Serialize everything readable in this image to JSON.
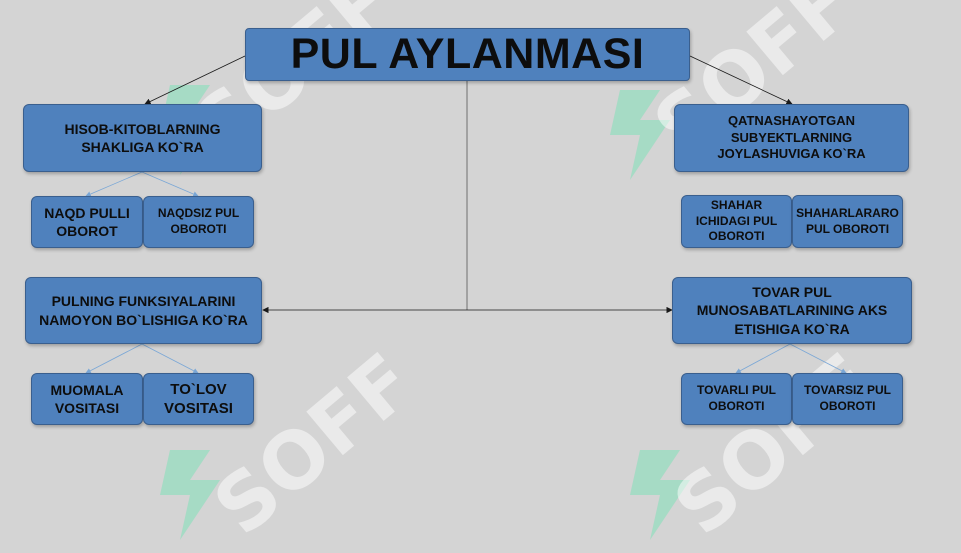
{
  "diagram": {
    "title": "PUL AYLANMASI",
    "categories": [
      {
        "label": "HISOB-KITOBLARNING SHAKLIGA KO`RA",
        "children": [
          "NAQD PULLI OBOROT",
          "NAQDSIZ PUL OBOROTI"
        ]
      },
      {
        "label": "PULNING FUNKSIYALARINI NAMOYON BO`LISHIGA KO`RA",
        "children": [
          "MUOMALA VOSITASI",
          "TO`LOV VOSITASI"
        ]
      },
      {
        "label": "QATNASHAYOTGAN SUBYEKTLARNING JOYLASHUVIGA KO`RA",
        "children": [
          "SHAHAR ICHIDAGI PUL OBOROTI",
          "SHAHARLARARO PUL OBOROTI"
        ]
      },
      {
        "label": "TOVAR PUL MUNOSABATLARINING AKS ETISHIGA KO`RA",
        "children": [
          "TOVARLI PUL OBOROTI",
          "TOVARSIZ PUL OBOROTI"
        ]
      }
    ]
  },
  "watermark": {
    "text": "SOFF",
    "color": "#7fe0b8"
  },
  "colors": {
    "box_fill": "#4f81bd",
    "box_border": "#3a5f8e",
    "background": "#d4d4d4",
    "connector": "#1a1a1a"
  }
}
